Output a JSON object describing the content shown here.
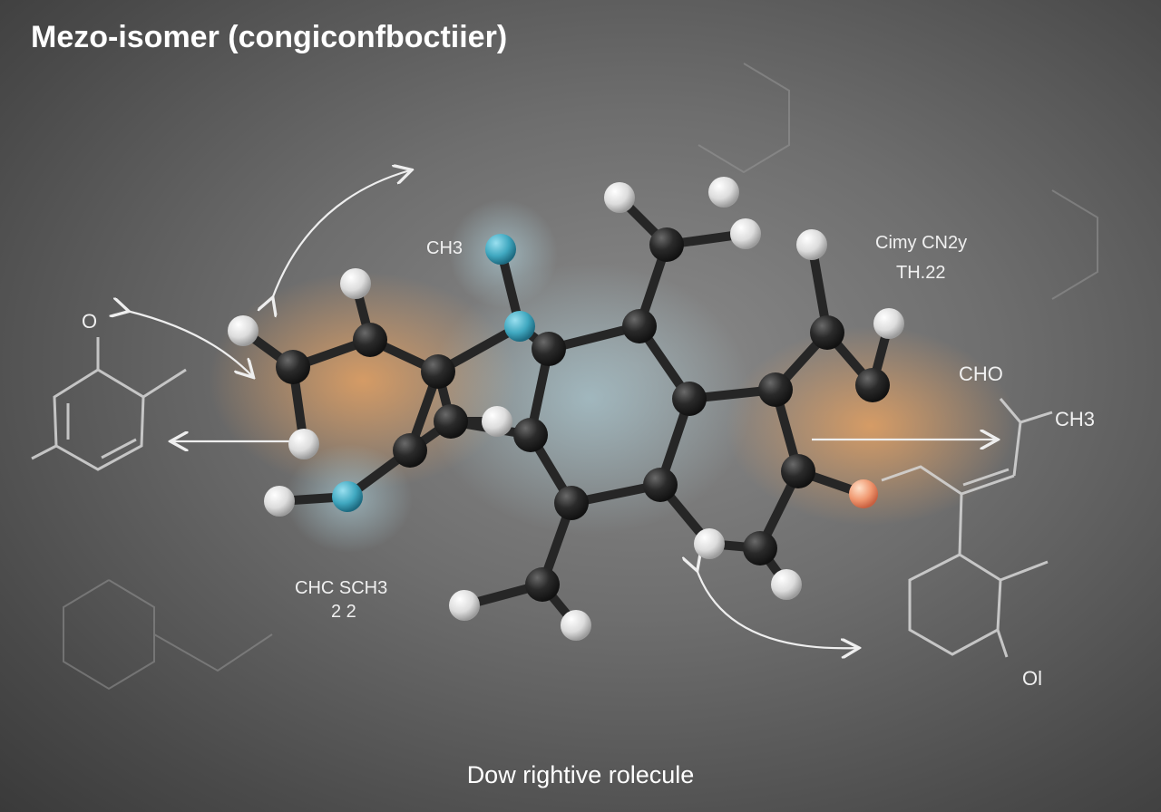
{
  "title": "Mezo-isomer   (congiconfboctiier)",
  "caption": "Dow rightive rolecule",
  "labels": {
    "ch3_top": "CH3",
    "formula_right_1": "Cimy CN2y",
    "formula_right_2": "TH.22",
    "cho": "CHO",
    "ch3_right": "CH3",
    "ol": "Ol",
    "o_left": "O",
    "formula_bottom_1": "CHC SCH3",
    "formula_bottom_2": "2 2"
  },
  "colors": {
    "carbon": "#2a2a2a",
    "hydrogen": "#e8e8e8",
    "nitrogen": "#4ab0c8",
    "oxygen": "#f0a070",
    "glow_orange": "#f5a860",
    "glow_blue": "#a8d8e8"
  }
}
